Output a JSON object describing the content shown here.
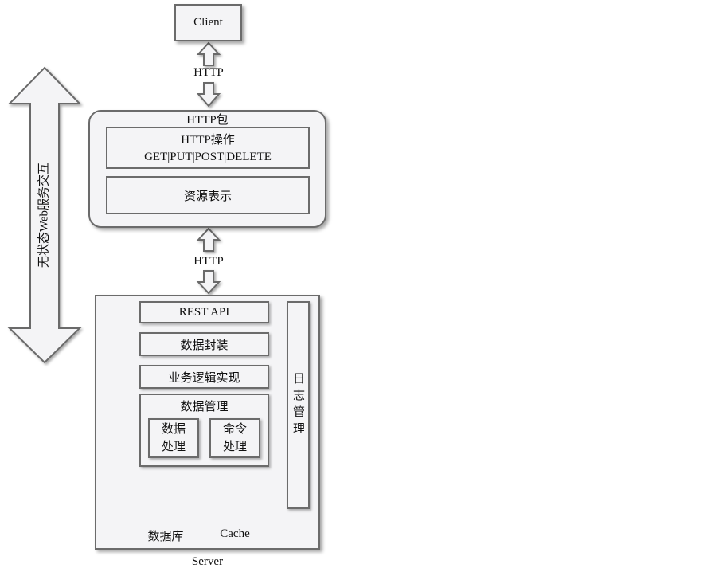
{
  "client": {
    "label": "Client"
  },
  "link_top": {
    "label": "HTTP"
  },
  "http_packet": {
    "title": "HTTP包",
    "operation": "HTTP操作",
    "methods": "GET|PUT|POST|DELETE",
    "representation": "资源表示"
  },
  "link_bottom": {
    "label": "HTTP"
  },
  "side_arrow": {
    "label": "无状态Web服务交互"
  },
  "server": {
    "label": "Server",
    "layers": {
      "rest_api": "REST API",
      "encapsulation": "数据封装",
      "business_logic": "业务逻辑实现",
      "data_management": "数据管理"
    },
    "data_processing": "数据\n处理",
    "command_processing": "命令\n处理",
    "log_management": "日志管理",
    "database": "数据库",
    "cache": "Cache"
  },
  "colors": {
    "fill": "#f4f4f6",
    "stroke": "#6b6b6b"
  }
}
